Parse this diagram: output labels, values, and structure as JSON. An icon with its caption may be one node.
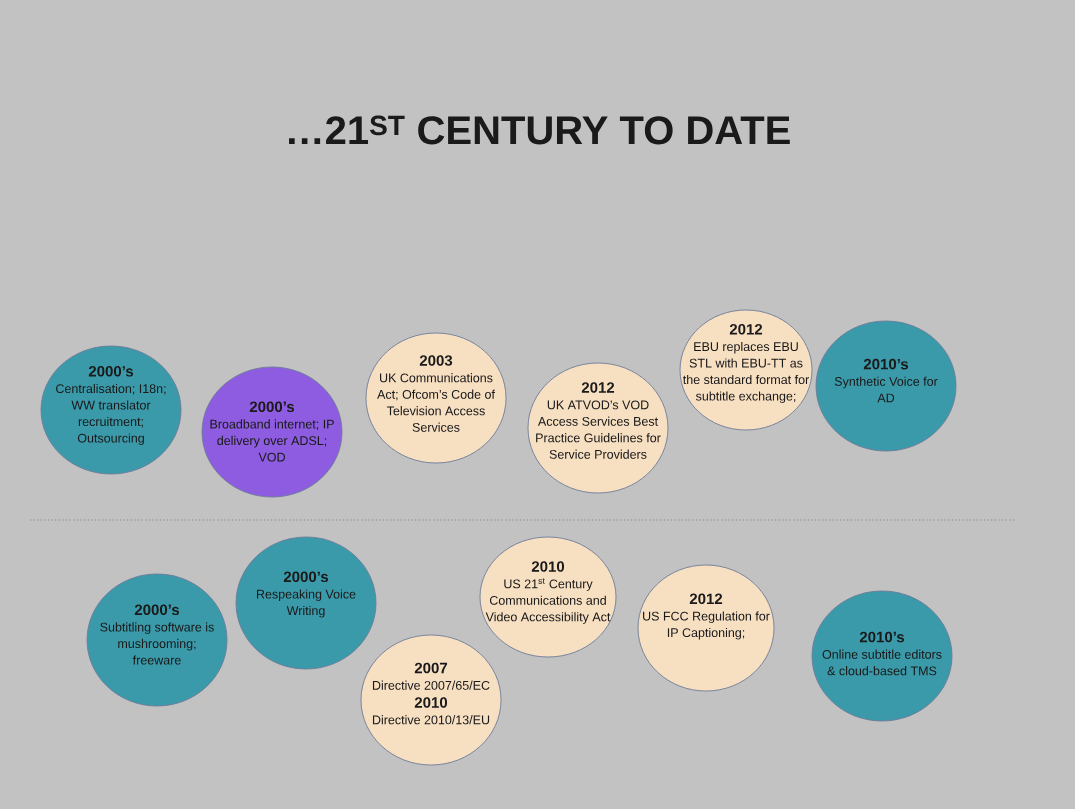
{
  "diagram": {
    "title": "…21$^{ST}$ CENTURY TO DATE",
    "nodes": [
      {
        "text": [
          "2000’s",
          "Centralisation; I18n; WW translator recruitment; Outsourcing"
        ]
      },
      {
        "text": [
          "2000’s",
          "Broadband internet; IP delivery over ADSL; VOD"
        ]
      },
      {
        "text": [
          "2003",
          "UK Communications Act; Ofcom’s Code of Television Access Services"
        ]
      },
      {
        "text": [
          "2012",
          "UK ATVOD’s VOD Access Services Best Practice Guidelines for Service Providers"
        ]
      },
      {
        "text": [
          "2012",
          "EBU replaces EBU STL with EBU-TT as the standard format for subtitle exchange;"
        ]
      },
      {
        "text": [
          "2010’s",
          "Synthetic Voice for AD"
        ]
      },
      {
        "text": [
          "2000’s",
          "Subtitling software is mushrooming; freeware"
        ]
      },
      {
        "text": [
          "2000’s",
          "Respeaking Voice Writing"
        ]
      },
      {
        "text": [
          "2007",
          "Directive 2007/65/EC",
          "2010",
          "Directive 2010/13/EU"
        ]
      },
      {
        "text": [
          "2010",
          "US 21$^{st}$ Century Communications and Video Accessibility Act"
        ]
      },
      {
        "text": [
          "2012",
          "US FCC Regulation for IP Captioning;"
        ]
      },
      {
        "text": [
          "2010’s",
          "Online subtitle editors & cloud-based TMS"
        ]
      }
    ],
    "edges": []
  }
}
